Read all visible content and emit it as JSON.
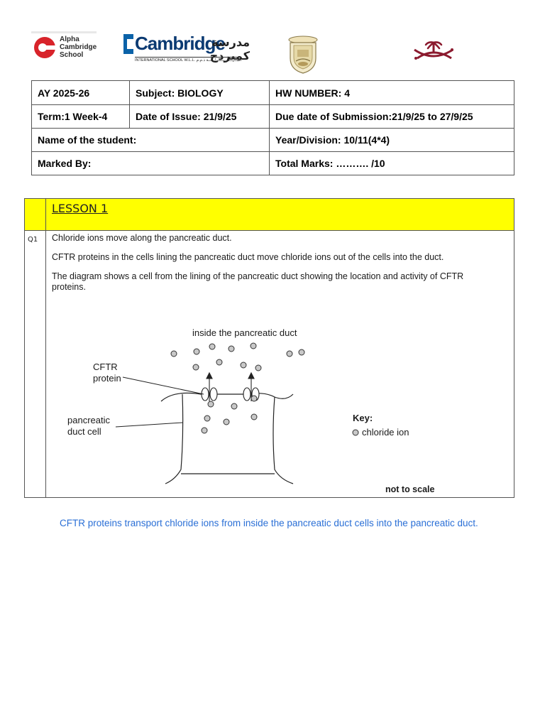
{
  "logos": {
    "alpha": {
      "lines": [
        "Alpha",
        "Cambridge",
        "School"
      ],
      "color": "#d8232a"
    },
    "cambridge": {
      "word": "Cambridge",
      "arabic": "مدرسة كمبردج",
      "subline": "INTERNATIONAL SCHOOL W.L.L.   المـــــــالــيـــــــــــــة ذ.م.م",
      "color": "#0b3a72"
    }
  },
  "header_table": {
    "rows": [
      [
        "AY 2025-26",
        "Subject: BIOLOGY",
        "HW NUMBER: 4"
      ],
      [
        "Term:1 Week-4",
        "Date of Issue: 21/9/25",
        "Due date of Submission:21/9/25 to 27/9/25"
      ],
      [
        "Name of the student:",
        "Year/Division: 10/11(4*4)"
      ],
      [
        "Marked By:",
        "Total Marks: ………. /10"
      ]
    ]
  },
  "lesson": {
    "title": "LESSON 1",
    "band_color": "#ffff00",
    "question_number": "Q1",
    "paragraphs": [
      "Chloride ions move along the pancreatic duct.",
      "CFTR proteins in the cells lining the pancreatic duct move chloride ions out of the cells into the duct.",
      "The diagram shows a cell from the lining of the pancreatic duct showing the location and activity of CFTR proteins."
    ]
  },
  "diagram": {
    "duct_label": "inside the pancreatic duct",
    "cftr_label": [
      "CFTR",
      "protein"
    ],
    "cell_label": [
      "pancreatic",
      "duct cell"
    ],
    "key_title": "Key:",
    "key_item": "chloride ion",
    "scale_note": "not to scale",
    "ion_color": "#c8c8c8"
  },
  "answer": {
    "text": "CFTR proteins transport chloride ions from inside the pancreatic duct cells into the pancreatic duct.",
    "color": "#2a6fd6"
  }
}
